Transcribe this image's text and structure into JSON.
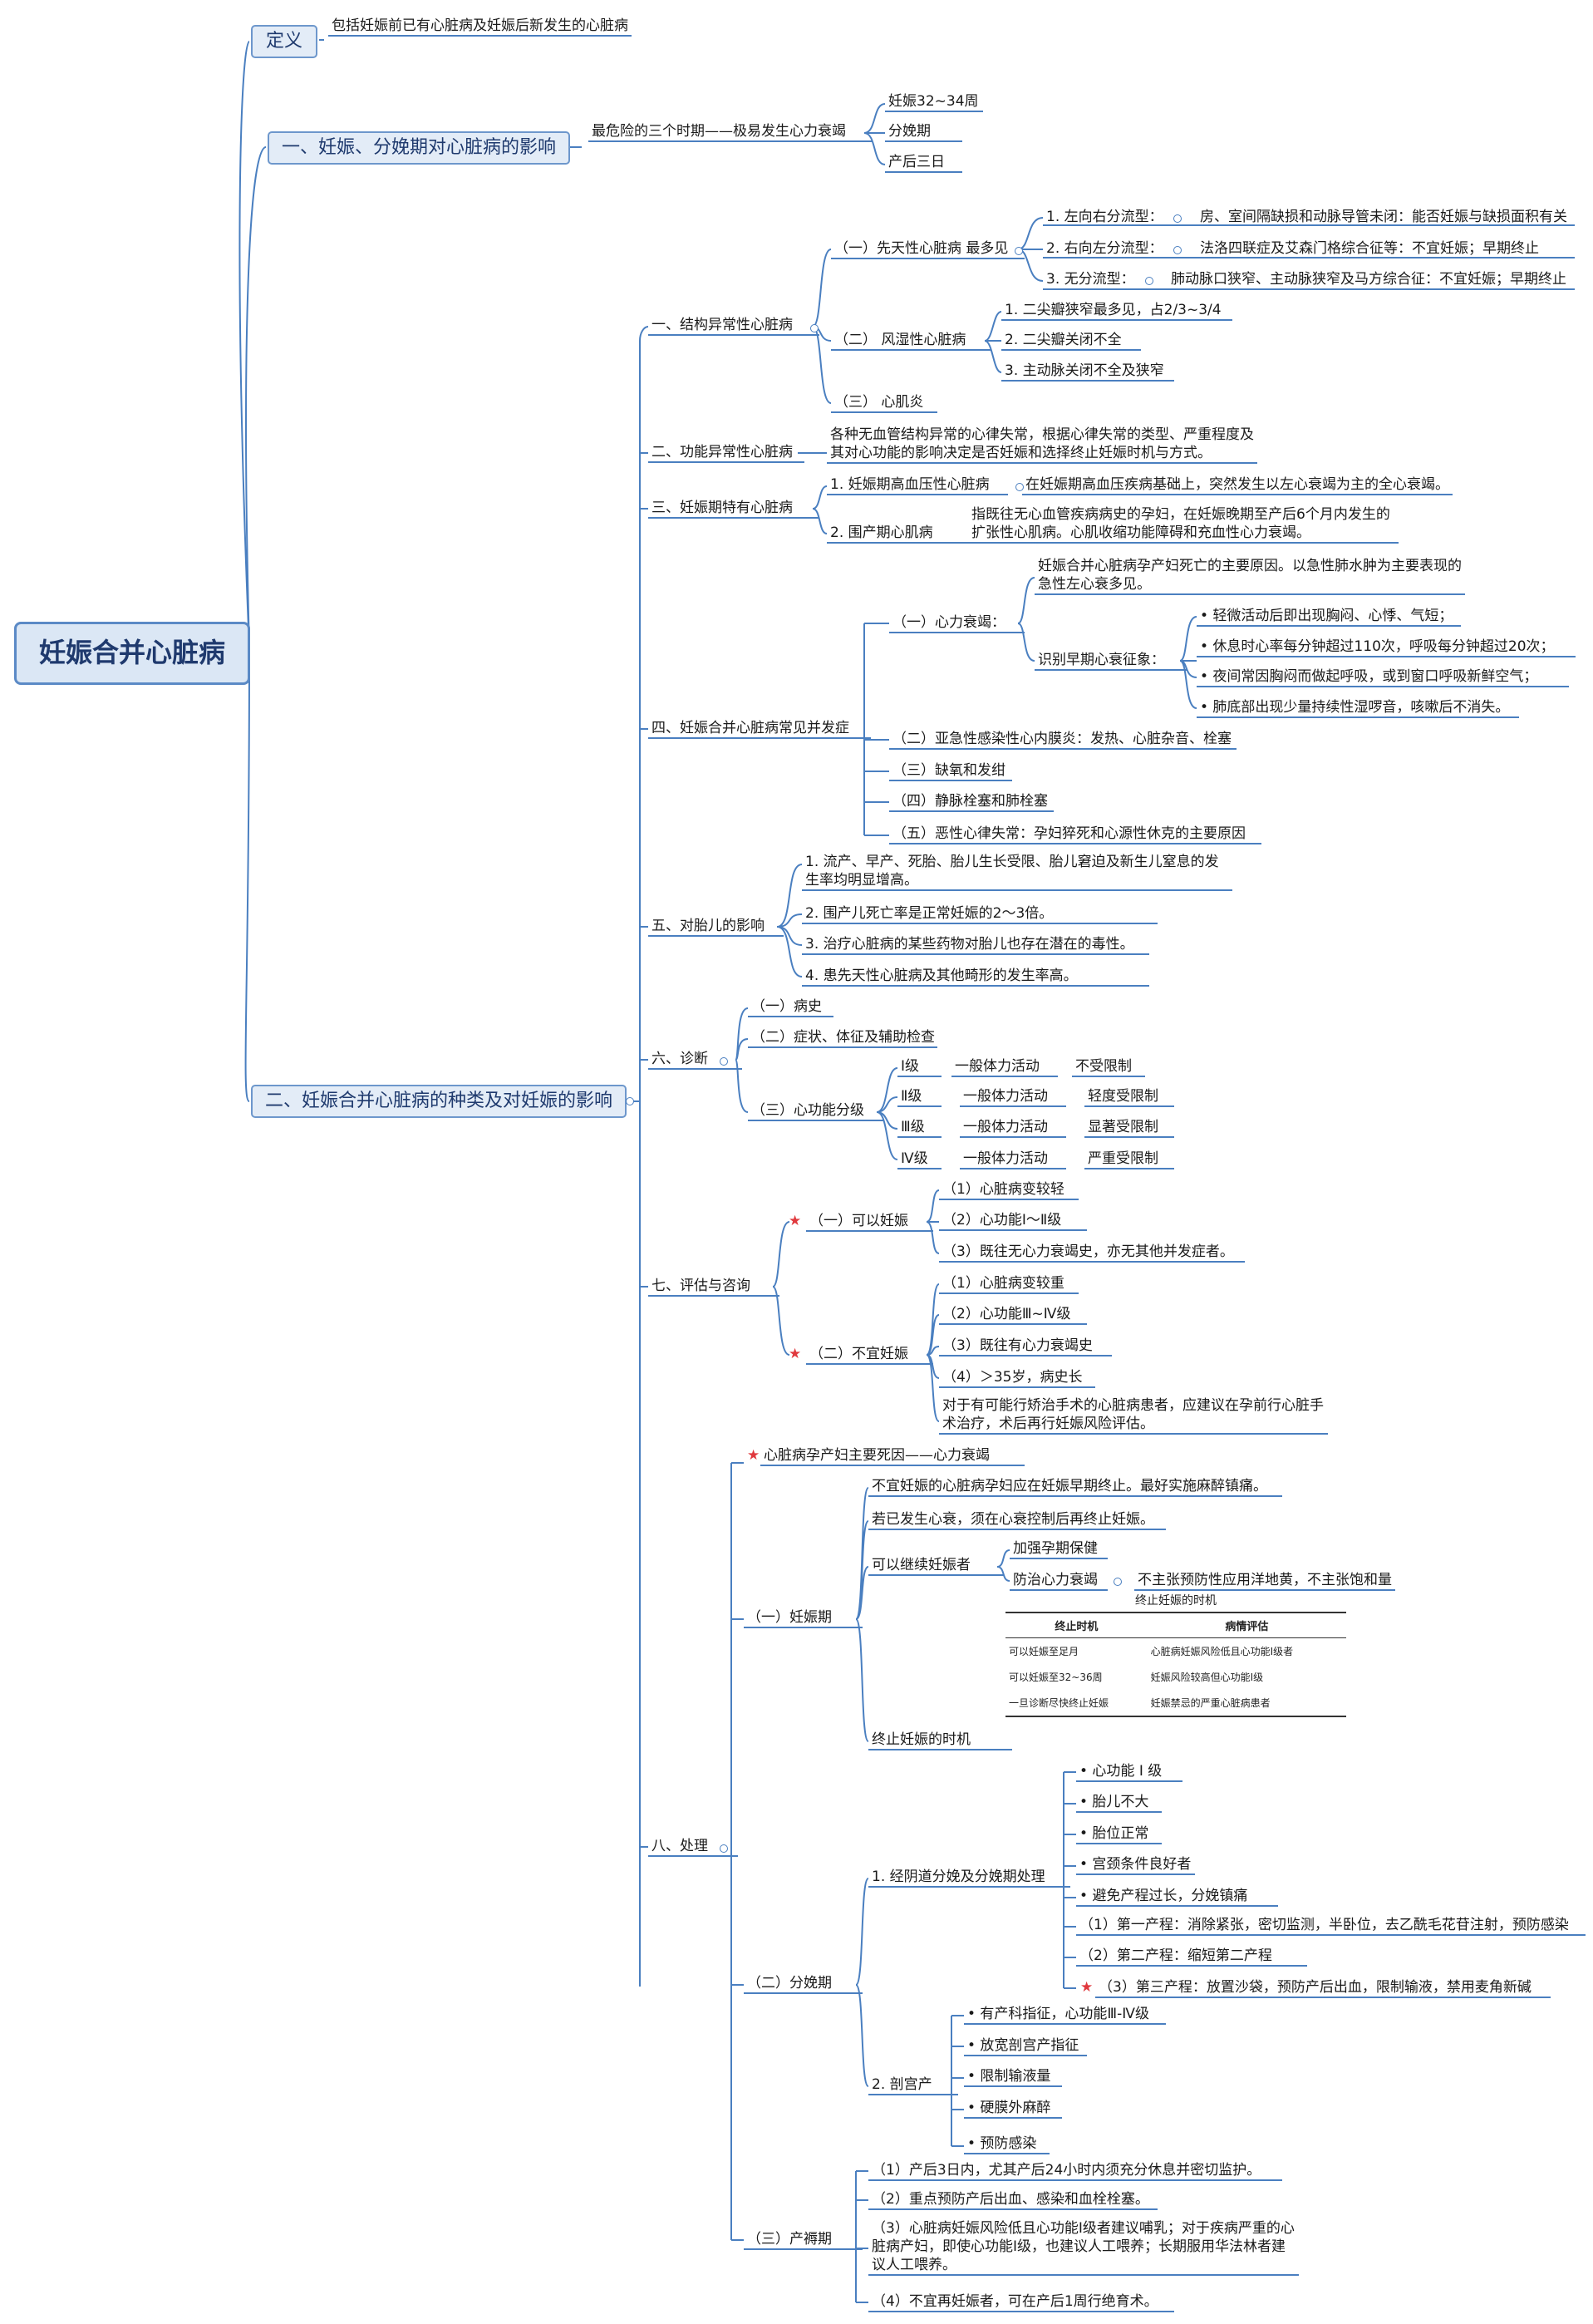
{
  "root": "妊娠合并心脏病",
  "definition": {
    "label": "定义",
    "text": "包括妊娠前已有心脏病及妊娠后新发生的心脏病"
  },
  "s1": {
    "label": "一、妊娠、分娩期对心脏病的影响",
    "risk": "最危险的三个时期——极易发生心力衰竭",
    "periods": [
      "妊娠32~34周",
      "分娩期",
      "产后三日"
    ]
  },
  "s2": {
    "label": "二、妊娠合并心脏病的种类及对妊娠的影响"
  },
  "structural": {
    "label": "一、结构异常性心脏病",
    "congenital": {
      "label": "（一）先天性心脏病 最多见",
      "items": [
        {
          "name": "1. 左向右分流型：",
          "desc": "房、室间隔缺损和动脉导管未闭：能否妊娠与缺损面积有关"
        },
        {
          "name": "2. 右向左分流型：",
          "desc": "法洛四联症及艾森门格综合征等：不宜妊娠；早期终止"
        },
        {
          "name": "3. 无分流型：",
          "desc": "肺动脉口狭窄、主动脉狭窄及马方综合征：不宜妊娠；早期终止"
        }
      ]
    },
    "rheumatic": {
      "label": "（二） 风湿性心脏病",
      "items": [
        "1. 二尖瓣狭窄最多见，占2/3~3/4",
        "2. 二尖瓣关闭不全",
        "3. 主动脉关闭不全及狭窄"
      ]
    },
    "myocarditis": "（三） 心肌炎"
  },
  "functional": {
    "label": "二、功能异常性心脏病",
    "desc": "各种无血管结构异常的心律失常，根据心律失常的类型、严重程度及其对心功能的影响决定是否妊娠和选择终止妊娠时机与方式。"
  },
  "specific": {
    "label": "三、妊娠期特有心脏病",
    "hypertensive": {
      "name": "1. 妊娠期高血压性心脏病",
      "desc": "在妊娠期高血压疾病基础上，突然发生以左心衰竭为主的全心衰竭。"
    },
    "peripartum": {
      "name": "2. 围产期心肌病",
      "desc": "指既往无心血管疾病病史的孕妇，在妊娠晚期至产后6个月内发生的扩张性心肌病。心肌收缩功能障碍和充血性心力衰竭。"
    }
  },
  "complications": {
    "label": "四、妊娠合并心脏病常见并发症",
    "hf": {
      "label": "（一）心力衰竭：",
      "desc": "妊娠合并心脏病孕产妇死亡的主要原因。以急性肺水肿为主要表现的急性左心衰多见。",
      "early_label": "识别早期心衰征象：",
      "signs": [
        "• 轻微活动后即出现胸闷、心悸、气短；",
        "• 休息时心率每分钟超过110次，呼吸每分钟超过20次；",
        "• 夜间常因胸闷而做起呼吸，或到窗口呼吸新鲜空气；",
        "• 肺底部出现少量持续性湿啰音，咳嗽后不消失。"
      ]
    },
    "others": [
      "（二）亚急性感染性心内膜炎：发热、心脏杂音、栓塞",
      "（三）缺氧和发绀",
      "（四）静脉栓塞和肺栓塞",
      "（五）恶性心律失常：孕妇猝死和心源性休克的主要原因"
    ]
  },
  "fetus": {
    "label": "五、对胎儿的影响",
    "items": [
      "1. 流产、早产、死胎、胎儿生长受限、胎儿窘迫及新生儿窒息的发生率均明显增高。",
      "2. 围产儿死亡率是正常妊娠的2～3倍。",
      "3. 治疗心脏病的某些药物对胎儿也存在潜在的毒性。",
      "4. 患先天性心脏病及其他畸形的发生率高。"
    ]
  },
  "diagnosis": {
    "label": "六、诊断",
    "history": "（一）病史",
    "symptoms": "（二）症状、体征及辅助检查",
    "grading": {
      "label": "（三）心功能分级",
      "levels": [
        {
          "grade": "Ⅰ级",
          "activity": "一般体力活动",
          "limit": "不受限制"
        },
        {
          "grade": "Ⅱ级",
          "activity": "一般体力活动",
          "limit": "轻度受限制"
        },
        {
          "grade": "Ⅲ级",
          "activity": "一般体力活动",
          "limit": "显著受限制"
        },
        {
          "grade": "Ⅳ级",
          "activity": "一般体力活动",
          "limit": "严重受限制"
        }
      ]
    }
  },
  "assessment": {
    "label": "七、评估与咨询",
    "can": {
      "label": "（一）可以妊娠",
      "items": [
        "（1）心脏病变较轻",
        "（2）心功能Ⅰ～Ⅱ级",
        "（3）既往无心力衰竭史，亦无其他并发症者。"
      ]
    },
    "cannot": {
      "label": "（二）不宜妊娠",
      "items": [
        "（1）心脏病变较重",
        "（2）心功能Ⅲ~Ⅳ级",
        "（3）既往有心力衰竭史",
        "（4）＞35岁，病史长"
      ],
      "note": "对于有可能行矫治手术的心脏病患者，应建议在孕前行心脏手术治疗，术后再行妊娠风险评估。"
    }
  },
  "treatment": {
    "label": "八、处理",
    "death_cause": "心脏病孕产妇主要死因——心力衰竭",
    "pregnancy": {
      "label": "（一）妊娠期",
      "not_suitable": "不宜妊娠的心脏病孕妇应在妊娠早期终止。最好实施麻醉镇痛。",
      "hf_control": "若已发生心衰，须在心衰控制后再终止妊娠。",
      "continue": {
        "label": "可以继续妊娠者",
        "care": "加强孕期保健",
        "prevent": "防治心力衰竭",
        "prevent_desc": "不主张预防性应用洋地黄，不主张饱和量"
      },
      "timing": {
        "label": "终止妊娠的时机",
        "table_title": "终止妊娠的时机",
        "headers": [
          "终止时机",
          "病情评估"
        ],
        "rows": [
          [
            "可以妊娠至足月",
            "心脏病妊娠风险低且心功能Ⅰ级者"
          ],
          [
            "可以妊娠至32~36周",
            "妊娠风险较高但心功能Ⅰ级"
          ],
          [
            "一旦诊断尽快终止妊娠",
            "妊娠禁忌的严重心脏病患者"
          ]
        ]
      }
    },
    "delivery": {
      "label": "（二）分娩期",
      "vaginal": {
        "label": "1. 经阴道分娩及分娩期处理",
        "items": [
          "• 心功能 Ⅰ 级",
          "• 胎儿不大",
          "• 胎位正常",
          "• 宫颈条件良好者",
          "• 避免产程过长，分娩镇痛"
        ],
        "stages": [
          "（1）第一产程：消除紧张，密切监测，半卧位，去乙酰毛花苷注射，预防感染",
          "（2）第二产程：缩短第二产程",
          "（3）第三产程：放置沙袋，预防产后出血，限制输液，禁用麦角新碱"
        ]
      },
      "cesarean": {
        "label": "2. 剖宫产",
        "items": [
          "• 有产科指征，心功能Ⅲ-Ⅳ级",
          "• 放宽剖宫产指征",
          "• 限制输液量",
          "• 硬膜外麻醉",
          "• 预防感染"
        ]
      }
    },
    "postpartum": {
      "label": "（三）产褥期",
      "items": [
        "（1）产后3日内，尤其产后24小时内须充分休息并密切监护。",
        "（2）重点预防产后出血、感染和血栓栓塞。",
        "（3）心脏病妊娠风险低且心功能Ⅰ级者建议哺乳；对于疾病严重的心脏病产妇，即使心功能Ⅰ级，也建议人工喂养；长期服用华法林者建议人工喂养。",
        "（4）不宜再妊娠者，可在产后1周行绝育术。"
      ]
    }
  },
  "colors": {
    "line": "#4a7fc0",
    "box_bg": "#e3ecf7",
    "box_border": "#6d97cc",
    "star": "#e0393e"
  }
}
